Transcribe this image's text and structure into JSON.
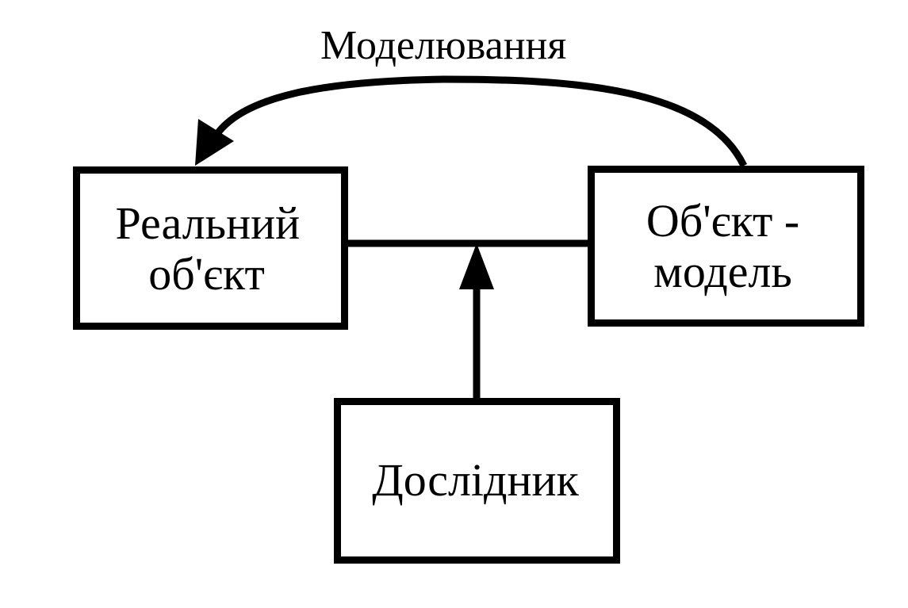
{
  "diagram": {
    "nodes": {
      "real_object": {
        "label": "Реальний об'єкт"
      },
      "model_object": {
        "label": "Об'єкт - модель"
      },
      "researcher": {
        "label": "Дослідник"
      }
    },
    "edges": {
      "modeling": {
        "label": "Моделювання",
        "from": "model_object",
        "to": "real_object"
      },
      "research": {
        "from": "researcher",
        "to": "real_object-model_object link"
      }
    },
    "colors": {
      "stroke": "#000000",
      "background": "#ffffff"
    }
  }
}
